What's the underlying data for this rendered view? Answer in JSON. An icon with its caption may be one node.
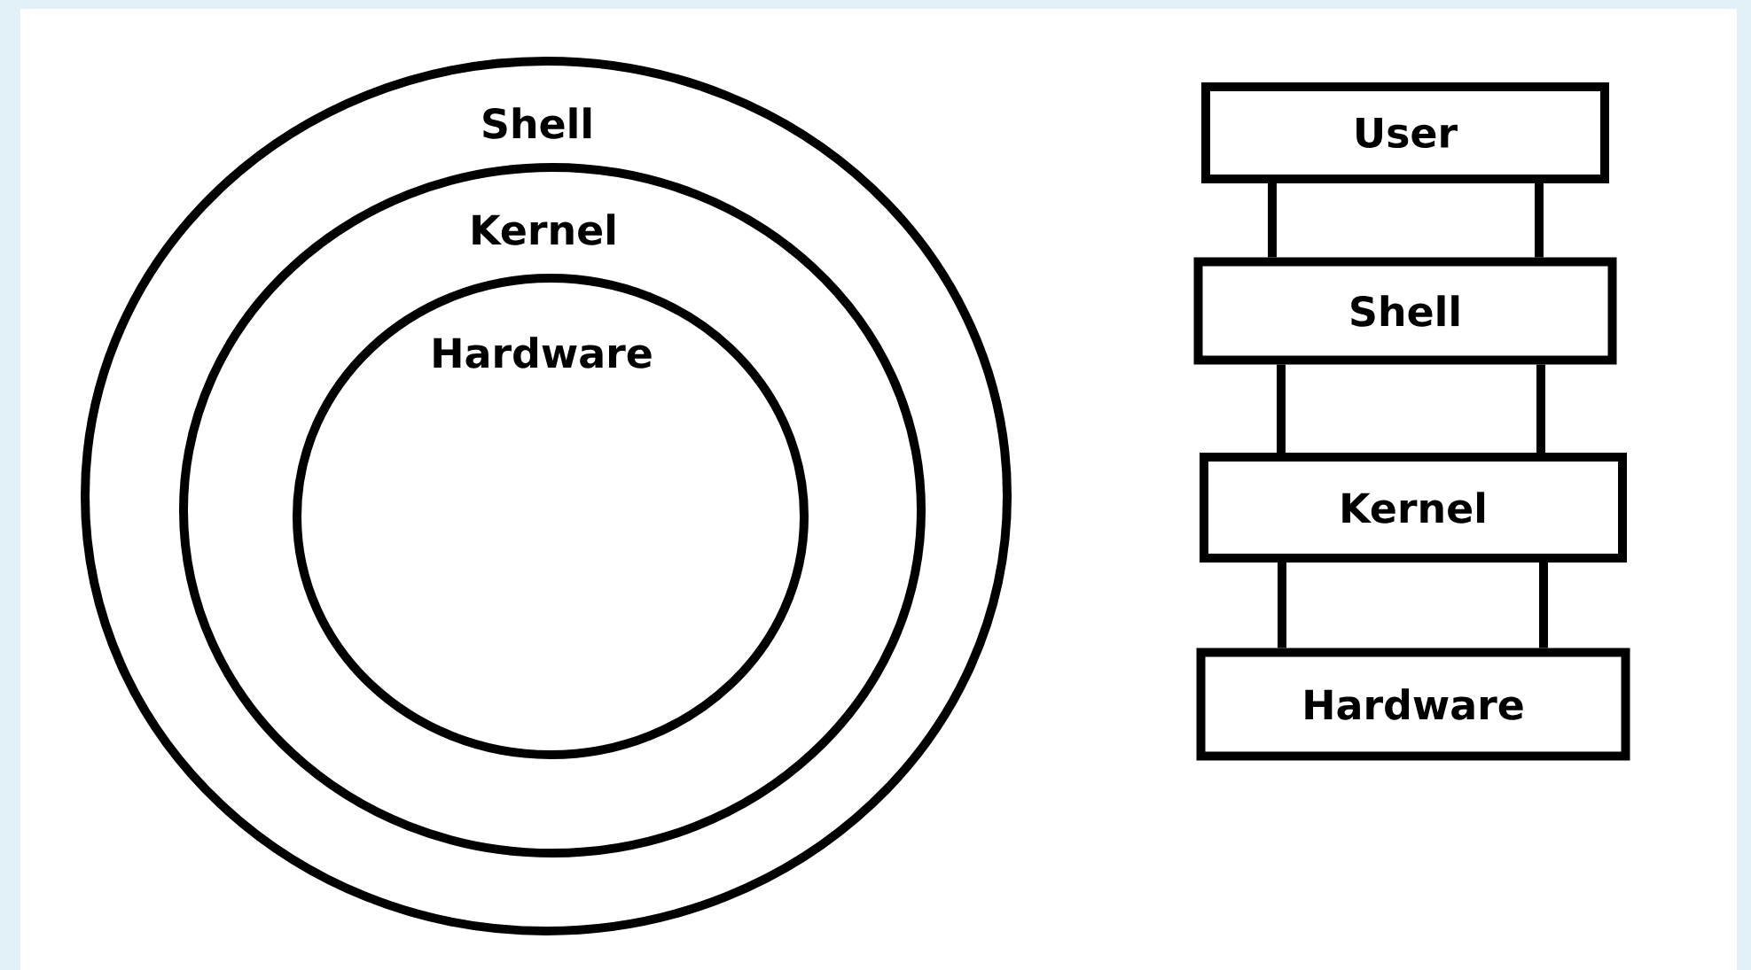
{
  "diagram": {
    "nodes": [
      {
        "text": [
          "Shell"
        ]
      },
      {
        "text": [
          "Kernel"
        ],
        "in": 0
      },
      {
        "text": [
          "Hardware"
        ],
        "in": 1
      },
      {
        "text": [
          "User"
        ]
      },
      {
        "text": [
          "Shell"
        ]
      },
      {
        "text": [
          "Kernel"
        ]
      },
      {
        "text": [
          "Hardware"
        ]
      }
    ],
    "edges": [
      {
        "from": 3,
        "to": 4,
        "arrow": "none"
      },
      {
        "from": 3,
        "to": 4,
        "arrow": "none"
      },
      {
        "from": 4,
        "to": 5,
        "arrow": "none"
      },
      {
        "from": 4,
        "to": 5,
        "arrow": "none"
      },
      {
        "from": 5,
        "to": 6,
        "arrow": "none"
      },
      {
        "from": 5,
        "to": 6,
        "arrow": "none"
      }
    ]
  }
}
